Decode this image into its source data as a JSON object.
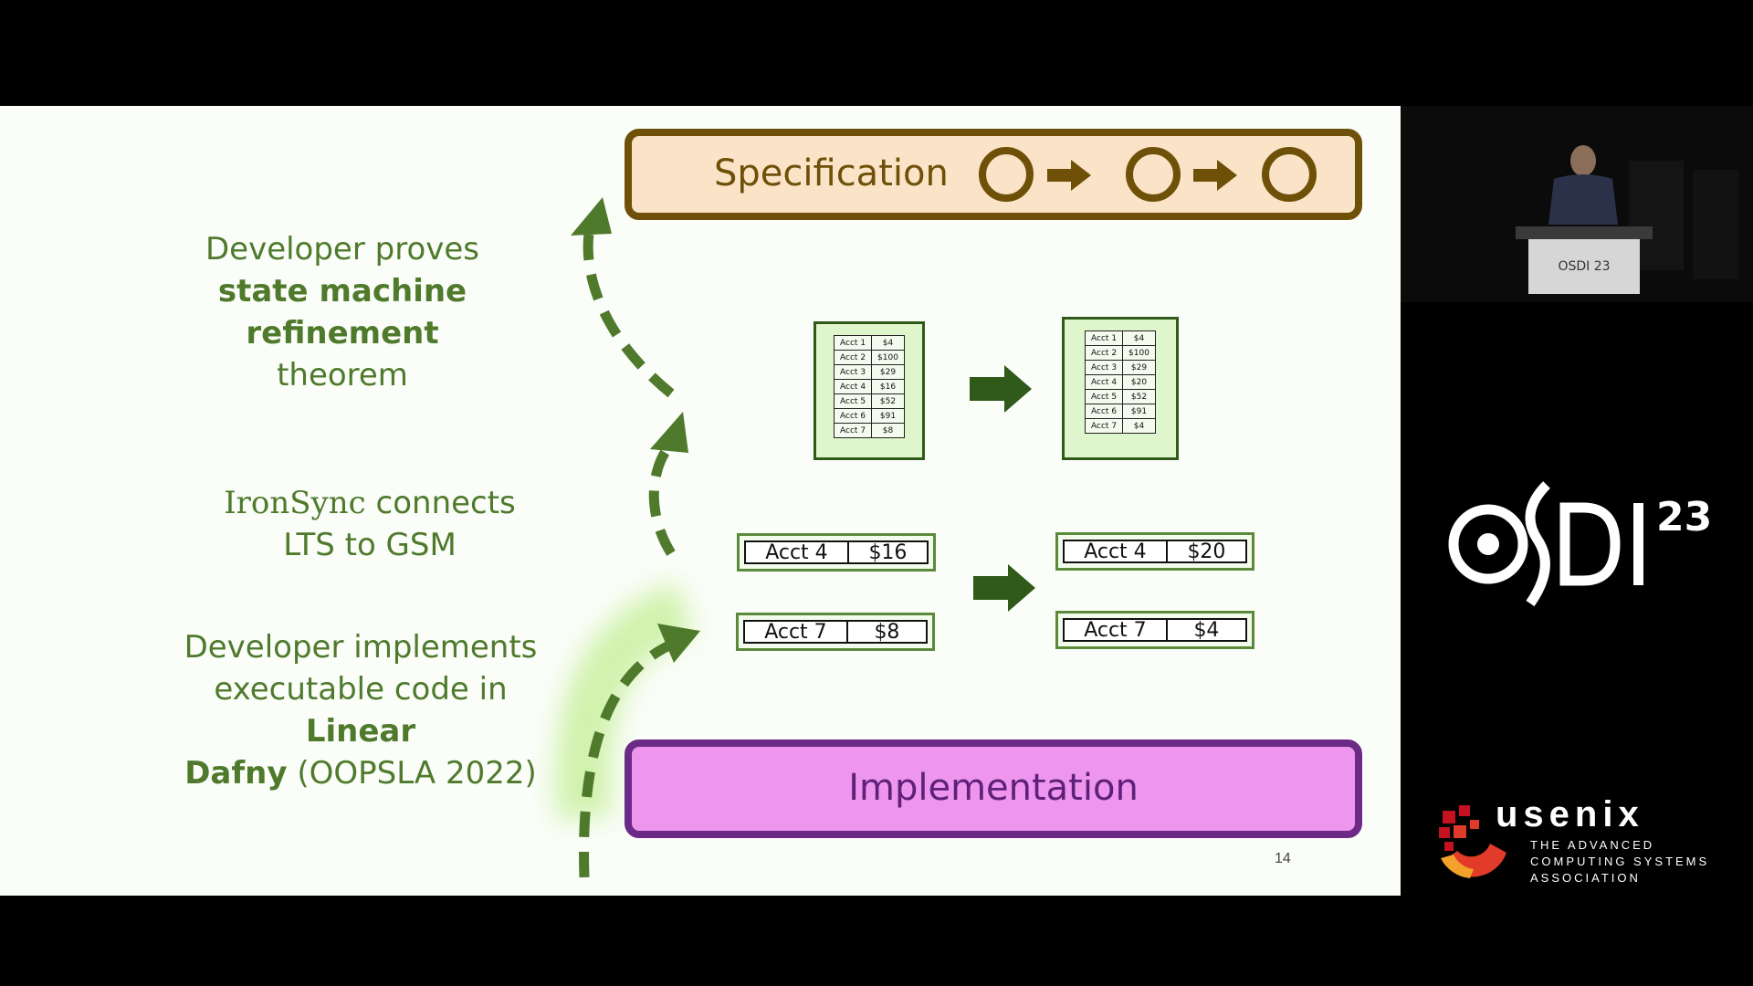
{
  "slide": {
    "left_text": {
      "proves": {
        "line1": "Developer proves",
        "line2_bold": "state machine refinement",
        "line3": "theorem"
      },
      "ironsync": {
        "name": "IronSync",
        "rest": " connects",
        "line2": "LTS to GSM"
      },
      "implements": {
        "line1": "Developer implements",
        "line2_pre": "executable code in ",
        "line2_bold": "Linear",
        "line3_bold": "Dafny",
        "line3_rest": " (OOPSLA 2022)"
      }
    },
    "spec_label": "Specification",
    "impl_label": "Implementation",
    "ledger_before": [
      [
        "Acct 1",
        "$4"
      ],
      [
        "Acct 2",
        "$100"
      ],
      [
        "Acct 3",
        "$29"
      ],
      [
        "Acct 4",
        "$16"
      ],
      [
        "Acct 5",
        "$52"
      ],
      [
        "Acct 6",
        "$91"
      ],
      [
        "Acct 7",
        "$8"
      ]
    ],
    "ledger_after": [
      [
        "Acct 1",
        "$4"
      ],
      [
        "Acct 2",
        "$100"
      ],
      [
        "Acct 3",
        "$29"
      ],
      [
        "Acct 4",
        "$20"
      ],
      [
        "Acct 5",
        "$52"
      ],
      [
        "Acct 6",
        "$91"
      ],
      [
        "Acct 7",
        "$4"
      ]
    ],
    "entries_before": [
      {
        "acct": "Acct 4",
        "amt": "$16"
      },
      {
        "acct": "Acct 7",
        "amt": "$8"
      }
    ],
    "entries_after": [
      {
        "acct": "Acct 4",
        "amt": "$20"
      },
      {
        "acct": "Acct 7",
        "amt": "$4"
      }
    ],
    "page_number": "14",
    "colors": {
      "spec_border": "#6e5008",
      "spec_fill": "#fbe3c8",
      "impl_border": "#6a2a86",
      "impl_fill": "#ee96ee",
      "green": "#4f7a2c",
      "dark_green": "#2f5a1a"
    }
  },
  "branding": {
    "conference": "OSDI",
    "conference_year": "23",
    "usenix": "usenix",
    "usenix_tagline": [
      "THE ADVANCED",
      "COMPUTING SYSTEMS",
      "ASSOCIATION"
    ]
  },
  "video": {
    "description_icon": "presenter-video-icon"
  }
}
